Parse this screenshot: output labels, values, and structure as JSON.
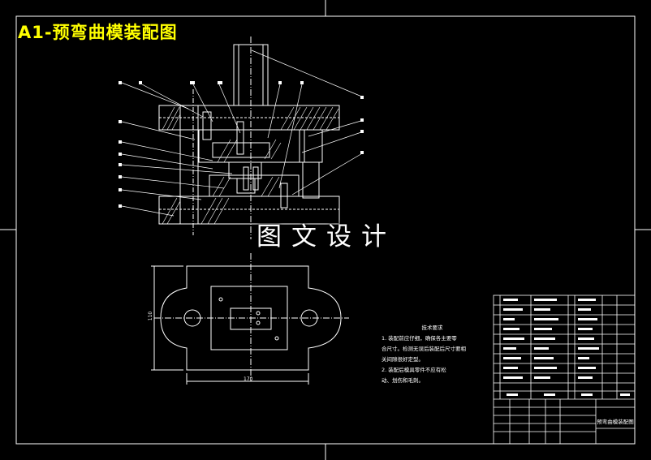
{
  "title": "A1-预弯曲模装配图",
  "watermark": "图文设计",
  "notes": {
    "heading": "技术要求",
    "lines": [
      "1. 装配前应仔细，确保各主要零",
      "合尺寸。检测无误后装配后尺寸要相",
      "关间隙很好定型。",
      "2. 装配后模具零件不应有松",
      "动、划伤和毛刺。"
    ]
  },
  "title_block": {
    "drawing_name": "预弯曲模装配图"
  },
  "dimensions": {
    "width": "170",
    "height": "110"
  },
  "colors": {
    "background": "#000000",
    "line": "#ffffff",
    "title": "#ffff00"
  }
}
